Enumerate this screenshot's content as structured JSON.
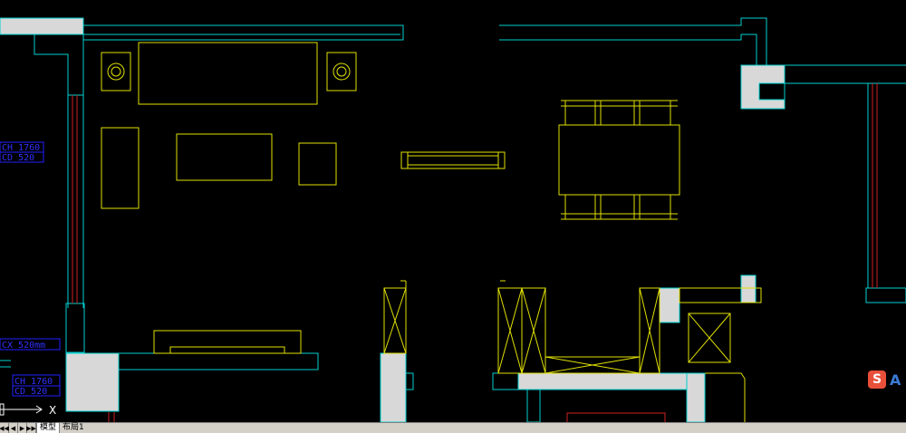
{
  "drawing": {
    "dimension_labels": {
      "ch1": "CH 1760",
      "cd1": "CD 520",
      "cx": "CX 520mm",
      "ch2": "CH 1760",
      "cd2": "CD 520"
    },
    "ucs_x_label": "X"
  },
  "colors": {
    "wall": "#00d0d0",
    "furniture": "#e0e000",
    "window": "#d02020",
    "dimension": "#2020ff",
    "fill": "#d8d8d8"
  },
  "layout_tabs": {
    "model": "模型",
    "layout1": "布局1"
  },
  "nav_buttons": [
    "◀◀",
    "◀",
    "▶",
    "▶▶"
  ],
  "ime_badge": {
    "icon": "S",
    "text": "A"
  }
}
